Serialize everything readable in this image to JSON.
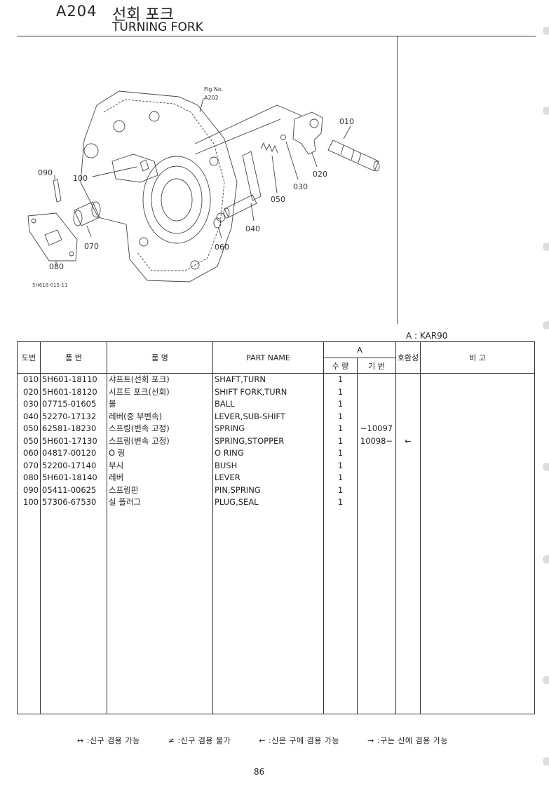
{
  "header": {
    "code": "A204",
    "title_ko": "선회 포크",
    "title_en": "TURNING FORK"
  },
  "figure": {
    "ref_label": "Fig.No.",
    "ref_value": "A202",
    "code": "5H618-015-11",
    "callouts": [
      "010",
      "020",
      "030",
      "040",
      "050",
      "060",
      "070",
      "080",
      "090",
      "100"
    ]
  },
  "model_label": "A : KAR90",
  "table": {
    "headers": {
      "no": "도번",
      "part_no": "품 번",
      "name_ko": "품 명",
      "name_en": "PART NAME",
      "group_a": "A",
      "qty": "수 량",
      "serial": "기 번",
      "interchange": "호환성",
      "remarks": "비 고"
    },
    "rows": [
      {
        "no": "010",
        "part_no": "5H601-18110",
        "name_ko": "샤프트(선회 포크)",
        "name_en": "SHAFT,TURN",
        "qty": "1",
        "serial": "",
        "ic": ""
      },
      {
        "no": "020",
        "part_no": "5H601-18120",
        "name_ko": "시프트 포크(선회)",
        "name_en": "SHIFT FORK,TURN",
        "qty": "1",
        "serial": "",
        "ic": ""
      },
      {
        "no": "030",
        "part_no": "07715-01605",
        "name_ko": "볼",
        "name_en": "BALL",
        "qty": "1",
        "serial": "",
        "ic": ""
      },
      {
        "no": "040",
        "part_no": "52270-17132",
        "name_ko": "레버(중 부변속)",
        "name_en": "LEVER,SUB-SHIFT",
        "qty": "1",
        "serial": "",
        "ic": ""
      },
      {
        "no": "050",
        "part_no": "62581-18230",
        "name_ko": "스프링(변속 고정)",
        "name_en": "SPRING",
        "qty": "1",
        "serial": "~10097",
        "ic": ""
      },
      {
        "no": "050",
        "part_no": "5H601-17130",
        "name_ko": "스프링(변속 고정)",
        "name_en": "SPRING,STOPPER",
        "qty": "1",
        "serial": "10098~",
        "ic": "←"
      },
      {
        "no": "060",
        "part_no": "04817-00120",
        "name_ko": "O 링",
        "name_en": "O RING",
        "qty": "1",
        "serial": "",
        "ic": ""
      },
      {
        "no": "070",
        "part_no": "52200-17140",
        "name_ko": "부시",
        "name_en": "BUSH",
        "qty": "1",
        "serial": "",
        "ic": ""
      },
      {
        "no": "080",
        "part_no": "5H601-18140",
        "name_ko": "레버",
        "name_en": "LEVER",
        "qty": "1",
        "serial": "",
        "ic": ""
      },
      {
        "no": "090",
        "part_no": "05411-00625",
        "name_ko": "스프링핀",
        "name_en": "PIN,SPRING",
        "qty": "1",
        "serial": "",
        "ic": ""
      },
      {
        "no": "100",
        "part_no": "57306-67530",
        "name_ko": "실 플러그",
        "name_en": "PLUG,SEAL",
        "qty": "1",
        "serial": "",
        "ic": ""
      }
    ]
  },
  "legend": [
    "↔ :신구 겸용 가능",
    "≠ :신구 겸용 불가",
    "← :신은 구에 겸용 가능",
    "→ :구는 신에 겸용 가능"
  ],
  "page_number": "86"
}
